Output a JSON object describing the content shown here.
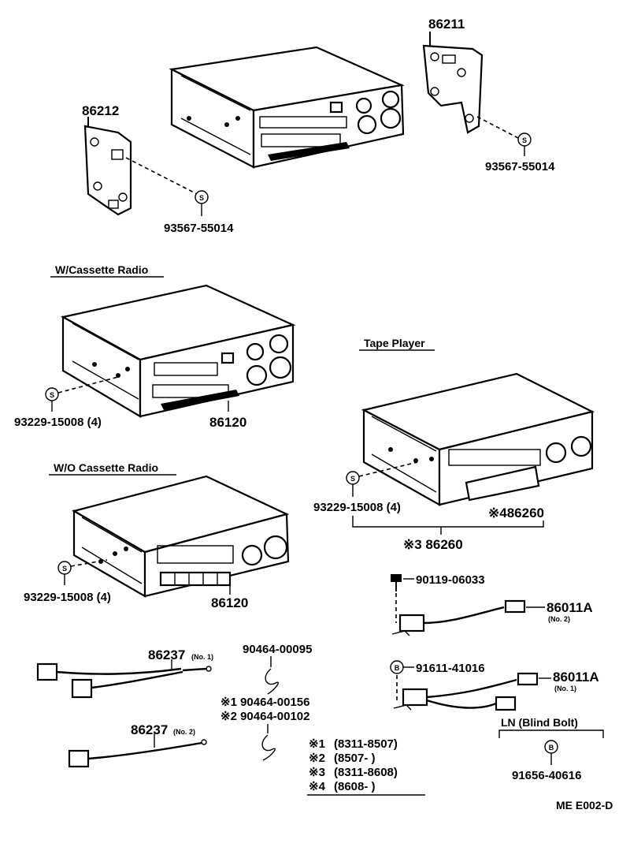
{
  "parts": {
    "bracket_right": "86211",
    "bracket_left": "86212",
    "screw_right": "93567-55014",
    "screw_left": "93567-55014",
    "radio_cassette": "86120",
    "screw_cassette": "93229-15008 (4)",
    "radio_no_cassette": "86120",
    "screw_no_cassette": "93229-15008 (4)",
    "tape_player_a": "※486260",
    "tape_player_b": "※3 86260",
    "screw_tape": "93229-15008 (4)",
    "bolt": "90119-06033",
    "harness_a": "86011A",
    "harness_a_sub": "(No. 2)",
    "harness_b": "86011A",
    "harness_b_sub": "(No. 1)",
    "blind_bolt_ref": "91611-41016",
    "blind_bolt": "91656-40616",
    "cord_1": "86237",
    "cord_1_sub": "(No. 1)",
    "cord_2": "86237",
    "cord_2_sub": "(No. 2)",
    "clamp_a": "90464-00095",
    "clamp_b": "※1 90464-00156",
    "clamp_c": "※2 90464-00102"
  },
  "headings": {
    "with_cassette": "W/Cassette Radio",
    "without_cassette": "W/O Cassette Radio",
    "tape_player": "Tape Player",
    "blind_bolt": "LN (Blind Bolt)"
  },
  "markers": {
    "s": "S",
    "b": "B"
  },
  "legend": [
    {
      "mark": "※1",
      "range": "(8311-8507)"
    },
    {
      "mark": "※2",
      "range": "(8507-        )"
    },
    {
      "mark": "※3",
      "range": "(8311-8608)"
    },
    {
      "mark": "※4",
      "range": "(8608-        )"
    }
  ],
  "footer": {
    "code": "ME E002-D"
  }
}
